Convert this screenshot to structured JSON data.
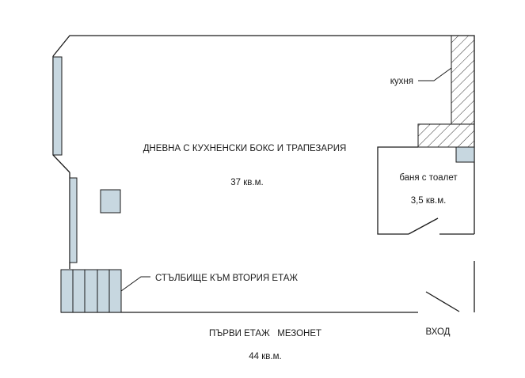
{
  "title": "ПЪРВИ ЕТАЖ   МЕЗОНЕТ",
  "total_area": "44 кв.м.",
  "rooms": {
    "living": {
      "name": "ДНЕВНА С КУХНЕНСКИ БОКС И ТРАПЕЗАРИЯ",
      "area": "37 кв.м."
    },
    "bath": {
      "name": "баня с тоалет",
      "area": "3,5 кв.м."
    },
    "kitchen": {
      "name": "кухня"
    }
  },
  "labels": {
    "stairs": "СТЪЛБИЩЕ КЪМ ВТОРИЯ ЕТАЖ",
    "entrance": "ВХОД"
  },
  "colors": {
    "wall": "#1a1a1a",
    "fixture_fill": "#c7d7e0",
    "hatch": "#1a1a1a"
  }
}
